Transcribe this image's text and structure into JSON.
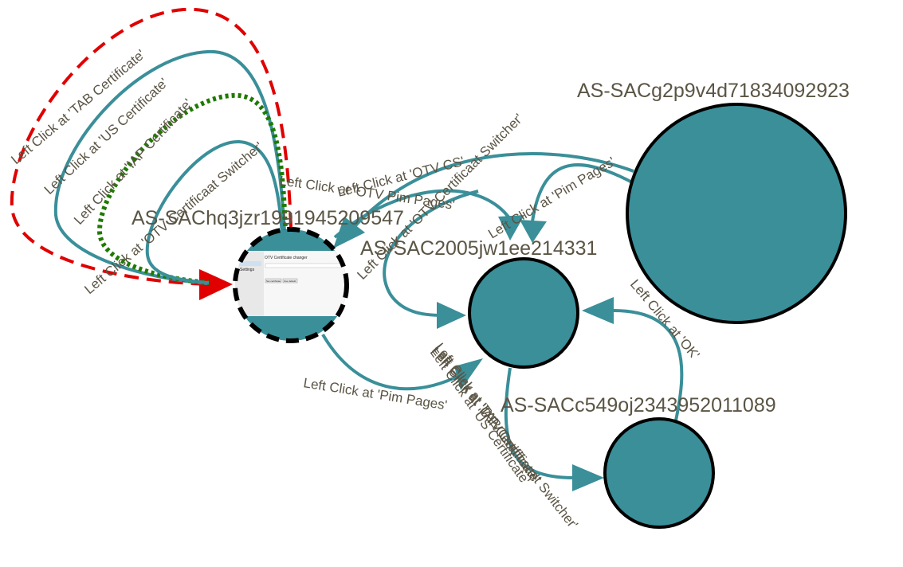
{
  "colors": {
    "node_fill": "#3a8f99",
    "node_stroke": "#000000",
    "edge_default": "#3a8f99",
    "edge_highlight_red": "#e00000",
    "edge_highlight_green": "#1e7a00",
    "label_text": "#5b5545"
  },
  "nodes": {
    "n1": {
      "label": "AS-SAChq3jzr1991945209547"
    },
    "n2": {
      "label": "AS-SAC2005jw1ee214331"
    },
    "n3": {
      "label": "AS-SACg2p9v4d71834092923"
    },
    "n4": {
      "label": "AS-SACc549oj2343952011089"
    }
  },
  "screenshot": {
    "title": "OTV Certificate changer",
    "sidebar_item": "Settings",
    "button_a": "Set certificate",
    "button_b": "Use default"
  },
  "edges": {
    "tab_cert": "Left Click at 'TAB Certificate'",
    "us_cert": "Left Click at 'US Certificate'",
    "iap_cert": "Left Click at 'IAP Certificate'",
    "otv_switcher_self": "Left Click at 'OTV Certificaat Switcher'",
    "otv_cs": "Left Click at 'OTV CS'",
    "otv_pim": "Left Click at 'OTV Pim Pages'",
    "otv_switcher_n2": "Left Click at 'OTV Certificaat Switcher'",
    "pim_pages_n3": "Left Click at 'Pim Pages'",
    "pim_pages_n1": "Left Click at 'Pim Pages'",
    "ok": "Left Click at 'OK'",
    "stack_1": "Left Click at 'OTV Certificaat Switcher'",
    "stack_2": "Left Click at 'IAP Certificate'",
    "stack_3": "Left Click at 'TAB Certificate'",
    "stack_4": "Left Click at 'US Certificate'"
  }
}
